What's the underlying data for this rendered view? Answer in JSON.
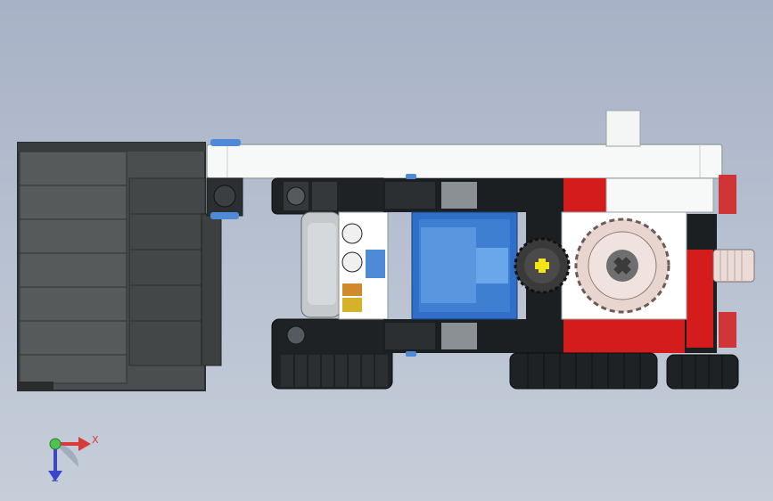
{
  "viewport": {
    "background": "#b4bdcd",
    "view_orientation": "top view"
  },
  "model": {
    "name": "lego-technic-vehicle",
    "colors": {
      "bucket": "#4b4e4e",
      "beam_white": "#f7f8f8",
      "axle_black": "#1c1f21",
      "wheel_black": "#1f2224",
      "blue_block": "#3f7fd1",
      "red_part": "#d41c1c",
      "gear_black": "#3a3a3a",
      "gear_tan": "#e9d5cf",
      "axle_yellow": "#f3e51a"
    }
  },
  "triad": {
    "x_label": "X",
    "y_label": "Z",
    "x_color": "#d83a3a",
    "z_color": "#3a46c8",
    "origin_color": "#4ec24e"
  }
}
